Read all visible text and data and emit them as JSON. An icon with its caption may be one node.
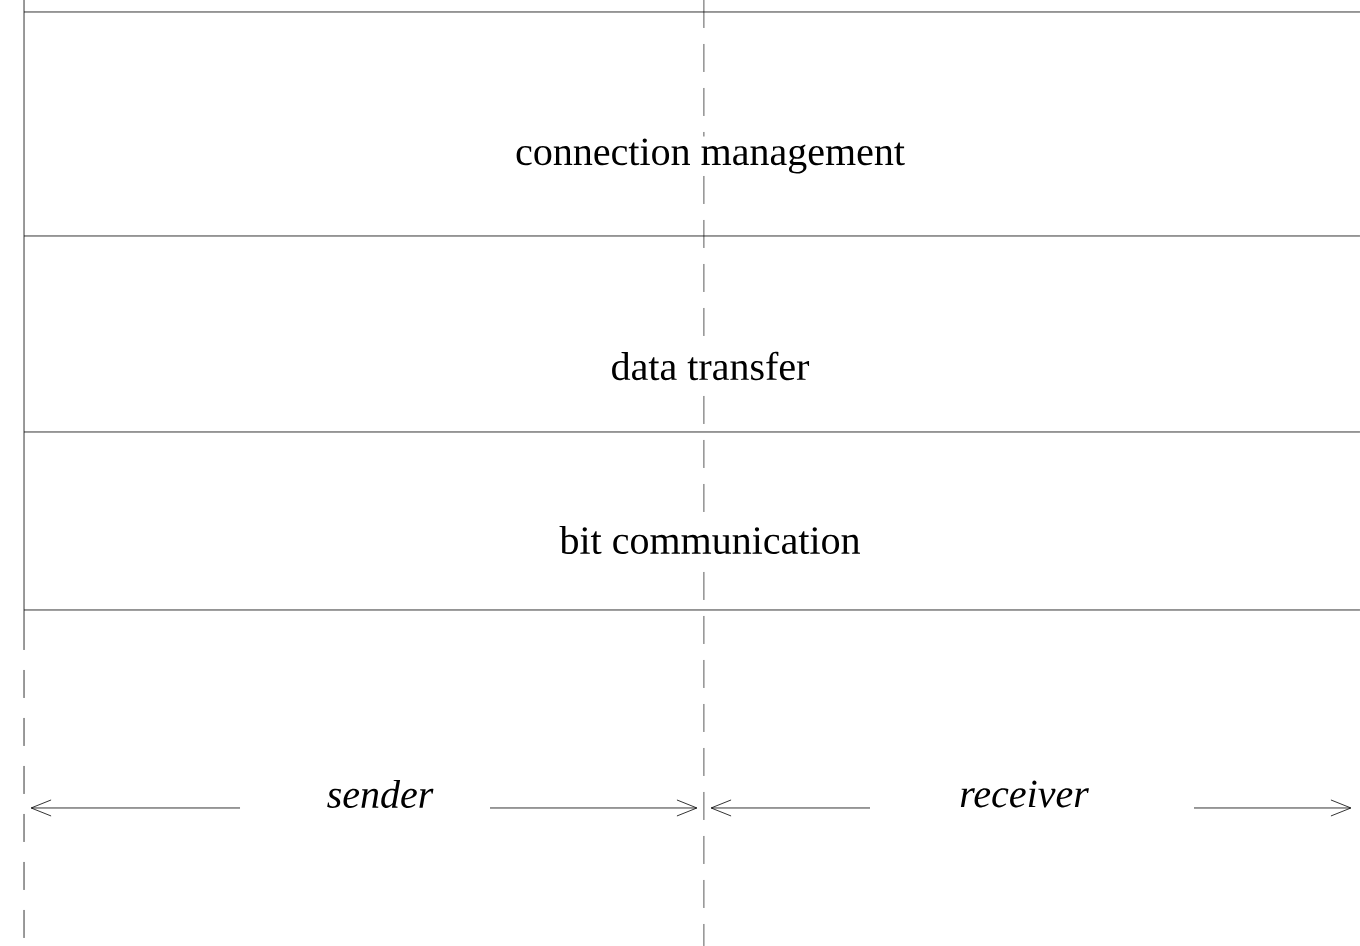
{
  "diagram": {
    "nodes": [
      {
        "text": [
          "connection management"
        ]
      },
      {
        "text": [
          "data transfer"
        ]
      },
      {
        "text": [
          "bit communication"
        ]
      }
    ],
    "labels": [
      "sender",
      "receiver"
    ]
  }
}
